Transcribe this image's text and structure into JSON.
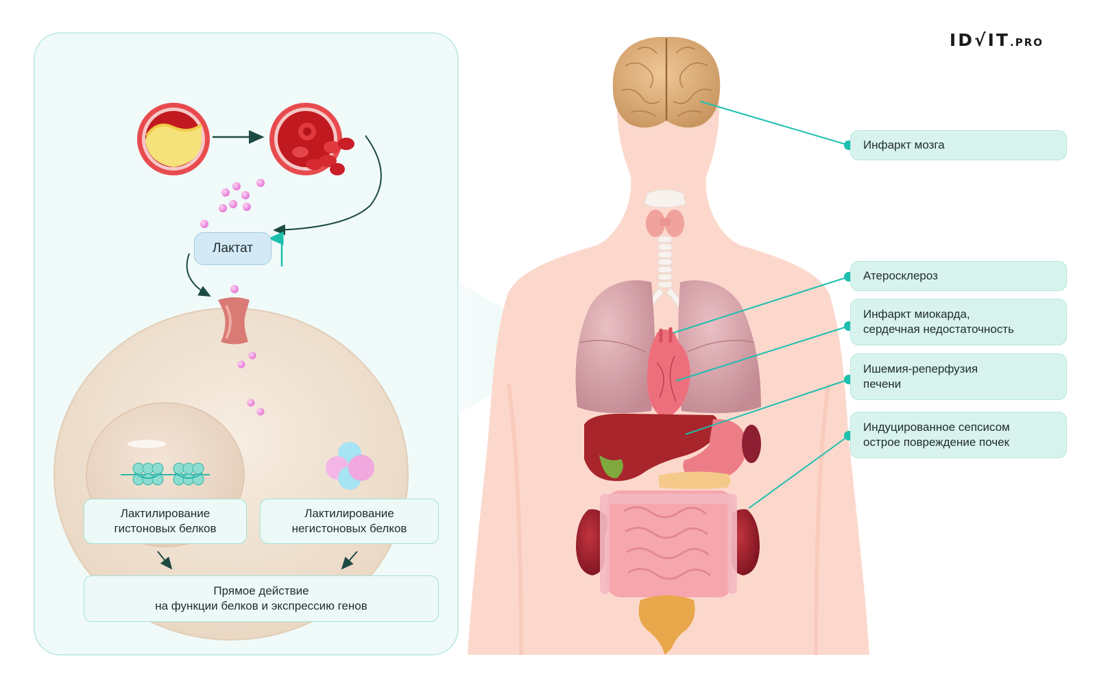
{
  "brand": {
    "logo_main": "ID√IT",
    "logo_suffix": ".PRO"
  },
  "left_panel": {
    "lactate_label": "Лактат",
    "histone_line1": "Лактилирование",
    "histone_line2": "гистоновых белков",
    "nonhistone_line1": "Лактилирование",
    "nonhistone_line2": "негистоновых белков",
    "direct_line1": "Прямое действие",
    "direct_line2": "на функции белков и экспрессию генов"
  },
  "conditions": [
    {
      "lines": [
        "Инфаркт мозга"
      ],
      "organ": "brain"
    },
    {
      "lines": [
        "Атеросклероз"
      ],
      "organ": "aorta"
    },
    {
      "lines": [
        "Инфаркт миокарда,",
        "сердечная недостаточность"
      ],
      "organ": "heart"
    },
    {
      "lines": [
        "Ишемия-реперфузия",
        "печени"
      ],
      "organ": "liver"
    },
    {
      "lines": [
        "Индуцированное сепсисом",
        "острое повреждение почек"
      ],
      "organ": "kidney"
    }
  ],
  "colors": {
    "teal_accent": "#1dbfae",
    "panel_bg": "#f0faf9",
    "label_bg": "#d8f3ee",
    "skin": "#fcd8cc",
    "dark_arrow": "#1d4a42",
    "lactate_dots": "#ee8fe2"
  },
  "icons": [
    "artery-plaque-icon",
    "ruptured-artery-icon",
    "transporter-icon",
    "nucleosome-icon",
    "protein-cluster-icon"
  ]
}
